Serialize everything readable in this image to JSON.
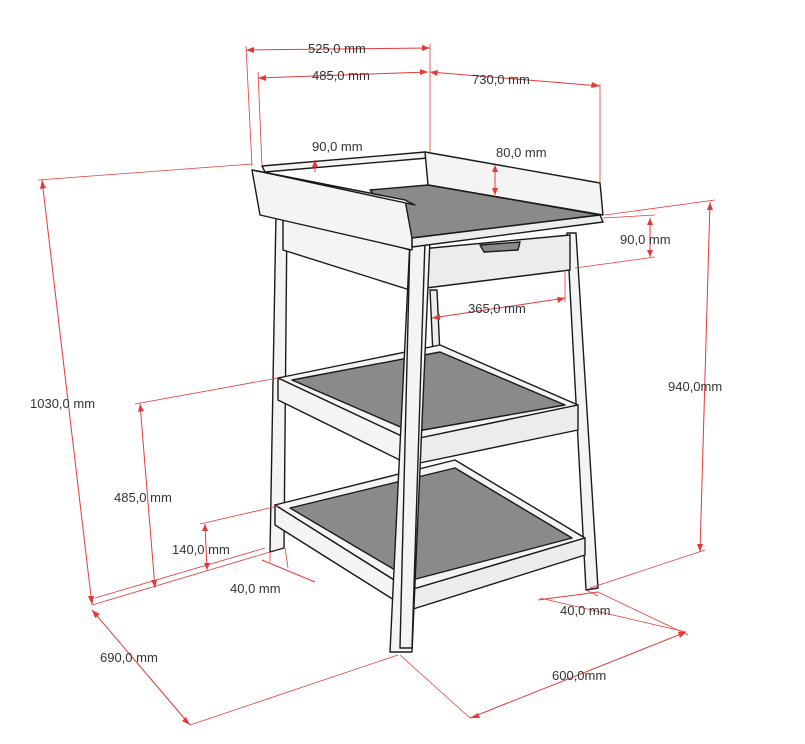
{
  "colors": {
    "dimension": "#e23a3a",
    "wood": "#f4f4f4",
    "board": "#8a8a8a",
    "edge": "#1a1a1a",
    "text": "#333333"
  },
  "dimensions": {
    "top_total_width": "525,0 mm",
    "top_inner_width": "485,0 mm",
    "top_depth": "730,0 mm",
    "rail_height": "90,0 mm",
    "side_rail_height": "80,0 mm",
    "drawer_height": "90,0 mm",
    "drawer_inset": "365,0 mm",
    "total_height": "1030,0 mm",
    "top_height": "940,0mm",
    "shelf_height": "485,0 mm",
    "bottom_shelf_height": "140,0 mm",
    "leg_width_left": "40,0 mm",
    "leg_width_right": "40,0 mm",
    "base_depth": "690,0 mm",
    "base_width": "600,0mm"
  }
}
